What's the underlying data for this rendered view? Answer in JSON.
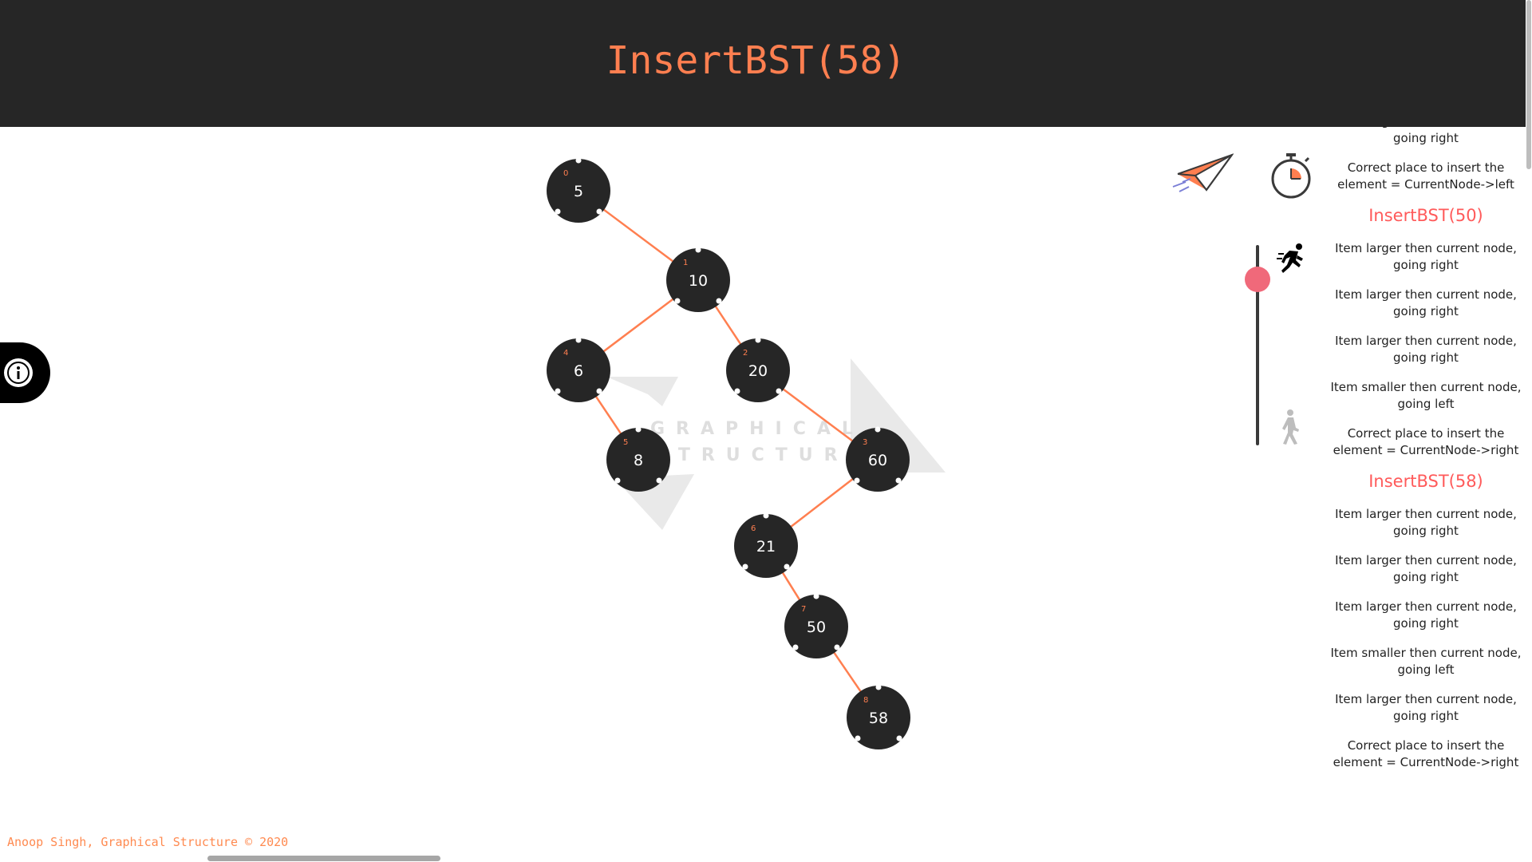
{
  "header": {
    "title": "InsertBST(58)"
  },
  "footer": {
    "credit": "Anoop Singh, Graphical Structure © 2020"
  },
  "watermark": {
    "line1": "GRAPHICAL",
    "line2": "STRUCTURE"
  },
  "tree": {
    "nodes": [
      {
        "id": "n0",
        "index": "0",
        "value": "5"
      },
      {
        "id": "n1",
        "index": "1",
        "value": "10"
      },
      {
        "id": "n4",
        "index": "4",
        "value": "6"
      },
      {
        "id": "n2",
        "index": "2",
        "value": "20"
      },
      {
        "id": "n5",
        "index": "5",
        "value": "8"
      },
      {
        "id": "n3",
        "index": "3",
        "value": "60"
      },
      {
        "id": "n6",
        "index": "6",
        "value": "21"
      },
      {
        "id": "n7",
        "index": "7",
        "value": "50"
      },
      {
        "id": "n8",
        "index": "8",
        "value": "58"
      }
    ],
    "edges": [
      [
        "n0",
        "n1"
      ],
      [
        "n1",
        "n4"
      ],
      [
        "n1",
        "n2"
      ],
      [
        "n4",
        "n5"
      ],
      [
        "n2",
        "n3"
      ],
      [
        "n3",
        "n6"
      ],
      [
        "n6",
        "n7"
      ],
      [
        "n7",
        "n8"
      ]
    ]
  },
  "colors": {
    "accent": "#ff7f50",
    "node_fill": "#262626",
    "header_bg": "#262626",
    "heading_red": "#ff5a5a",
    "slider_knob": "#f0697a"
  },
  "controls": {
    "speed": 0.83,
    "icons": [
      "paper-plane-icon",
      "stopwatch-icon",
      "runner-icon",
      "walker-icon",
      "info-icon"
    ]
  },
  "log": {
    "entries": [
      {
        "type": "step",
        "text": "Item larger then current node, going right"
      },
      {
        "type": "step",
        "text": "Correct place to insert the element = CurrentNode->left"
      },
      {
        "type": "heading",
        "text": "InsertBST(50)"
      },
      {
        "type": "step",
        "text": "Item larger then current node, going right"
      },
      {
        "type": "step",
        "text": "Item larger then current node, going right"
      },
      {
        "type": "step",
        "text": "Item larger then current node, going right"
      },
      {
        "type": "step",
        "text": "Item smaller then current node, going left"
      },
      {
        "type": "step",
        "text": "Correct place to insert the element = CurrentNode->right"
      },
      {
        "type": "heading",
        "text": "InsertBST(58)"
      },
      {
        "type": "step",
        "text": "Item larger then current node, going right"
      },
      {
        "type": "step",
        "text": "Item larger then current node, going right"
      },
      {
        "type": "step",
        "text": "Item larger then current node, going right"
      },
      {
        "type": "step",
        "text": "Item smaller then current node, going left"
      },
      {
        "type": "step",
        "text": "Item larger then current node, going right"
      },
      {
        "type": "step",
        "text": "Correct place to insert the element = CurrentNode->right"
      }
    ]
  }
}
